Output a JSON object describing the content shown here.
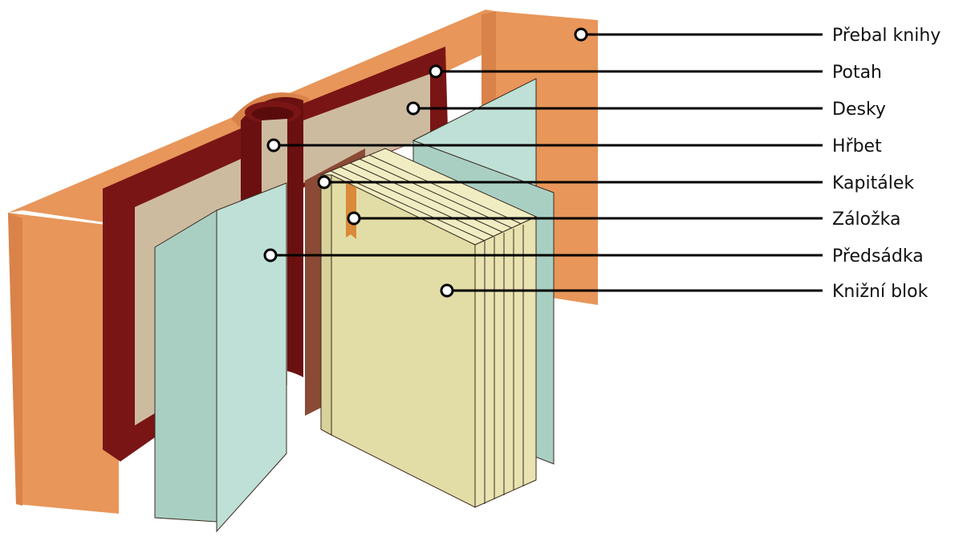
{
  "labels": [
    {
      "id": "prebal",
      "text": "Přebal knihy"
    },
    {
      "id": "potah",
      "text": "Potah"
    },
    {
      "id": "desky",
      "text": "Desky"
    },
    {
      "id": "hrbet",
      "text": "Hřbet"
    },
    {
      "id": "kapitalek",
      "text": "Kapitálek"
    },
    {
      "id": "zalozka",
      "text": "Záložka"
    },
    {
      "id": "predsadka",
      "text": "Předsádka"
    },
    {
      "id": "knizni_blok",
      "text": "Knižní blok"
    }
  ],
  "colors": {
    "jacket": "#E8965A",
    "jacket_dark": "#D9834A",
    "cover_cloth": "#7A1515",
    "board": "#CDBBA0",
    "endpaper": "#BFE0D6",
    "endpaper_dark": "#A9CFC3",
    "book_block": "#E2DDA6",
    "book_top": "#F0EDC3",
    "headband": "#8A4A35",
    "bookmark": "#D98A3A"
  }
}
